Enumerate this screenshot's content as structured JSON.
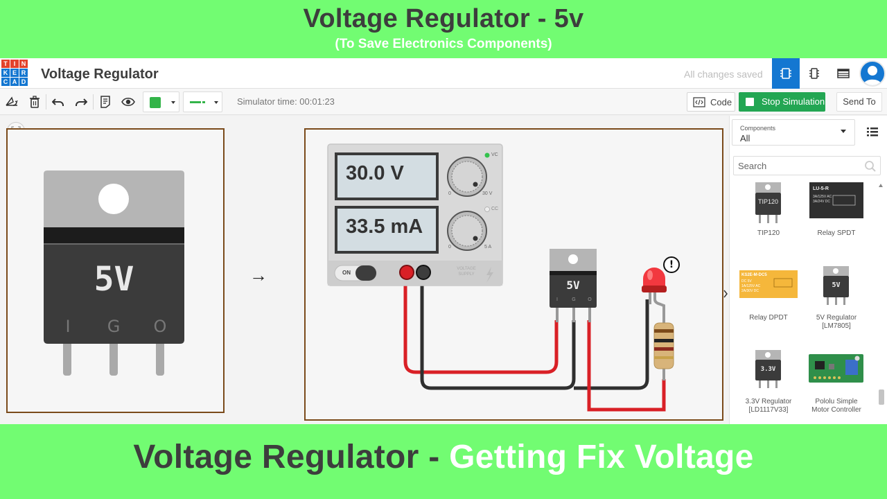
{
  "banner_top": {
    "title": "Voltage Regulator - 5v",
    "subtitle": "(To Save Electronics Components)"
  },
  "banner_bottom": {
    "part1": "Voltage Regulator - ",
    "part2": "Getting Fix Voltage"
  },
  "app": {
    "logo_letters": [
      "T",
      "I",
      "N",
      "K",
      "E",
      "R",
      "C",
      "A",
      "D"
    ],
    "logo_colors": [
      "#e2422b",
      "#e2422b",
      "#e2422b",
      "#1477d1",
      "#1477d1",
      "#1477d1",
      "#1477d1",
      "#1477d1",
      "#1477d1"
    ],
    "title": "Voltage Regulator",
    "saved_status": "All changes saved",
    "accent_color": "#1477d1"
  },
  "toolbar": {
    "icons": [
      "rotate-icon",
      "delete-icon",
      "undo-icon",
      "redo-icon",
      "notes-icon",
      "visibility-icon"
    ],
    "fill_color": "#33b449",
    "simulator_time": "Simulator time: 00:01:23",
    "code_label": "Code",
    "stop_label": "Stop Simulation",
    "send_label": "Send To"
  },
  "regulator_large": {
    "label": "5V",
    "pins": [
      "I",
      "G",
      "O"
    ]
  },
  "arrow": "→",
  "power_supply": {
    "voltage_display": "30.0 V",
    "current_display": "33.5 mA",
    "vc_label": "VC",
    "cc_label": "CC",
    "knob1_min": "0",
    "knob1_max": "30 V",
    "knob2_min": "0",
    "knob2_max": "5 A",
    "switch_label": "ON",
    "brand_line1": "VOLTAGE",
    "brand_line2": "SUPPLY"
  },
  "circuit": {
    "regulator_label": "5V",
    "pins": [
      "I",
      "G",
      "O"
    ],
    "warning_symbol": "!"
  },
  "sidebar": {
    "components_caption": "Components",
    "components_value": "All",
    "search_placeholder": "Search",
    "items": [
      {
        "name": "TIP120",
        "chip_text": "TIP120"
      },
      {
        "name": "Relay SPDT",
        "chip_text": "LU-5-R",
        "chip_sub": "3A/125V AC",
        "chip_sub2": "3A/24V DC"
      },
      {
        "name": "Relay DPDT",
        "chip_text": "KS2E-M-DC5",
        "chip_sub": "DC 5V",
        "chip_sub2": "1A/125V AC",
        "chip_sub3": "2A/30V DC"
      },
      {
        "name": "5V Regulator",
        "name2": "[LM7805]",
        "chip_text": "5V"
      },
      {
        "name": "3.3V Regulator",
        "name2": "[LD1117V33]",
        "chip_text": "3.3V"
      },
      {
        "name": "Pololu Simple",
        "name2": "Motor Controller"
      }
    ]
  }
}
